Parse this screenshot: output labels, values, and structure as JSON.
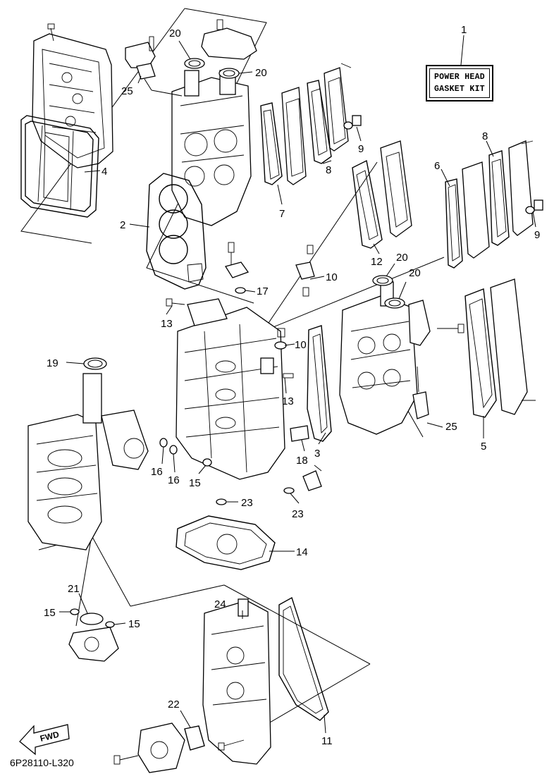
{
  "kit_box": {
    "line1": "POWER HEAD",
    "line2": "GASKET KIT"
  },
  "part_code": "6P28110-L320",
  "fwd_label": "FWD",
  "callouts": [
    {
      "id": "c1",
      "label": "1"
    },
    {
      "id": "c2",
      "label": "2"
    },
    {
      "id": "c3",
      "label": "3"
    },
    {
      "id": "c4",
      "label": "4"
    },
    {
      "id": "c5",
      "label": "5"
    },
    {
      "id": "c6",
      "label": "6"
    },
    {
      "id": "c7",
      "label": "7"
    },
    {
      "id": "c8a",
      "label": "8"
    },
    {
      "id": "c8b",
      "label": "8"
    },
    {
      "id": "c9a",
      "label": "9"
    },
    {
      "id": "c9b",
      "label": "9"
    },
    {
      "id": "c10a",
      "label": "10"
    },
    {
      "id": "c10b",
      "label": "10"
    },
    {
      "id": "c11",
      "label": "11"
    },
    {
      "id": "c12",
      "label": "12"
    },
    {
      "id": "c13a",
      "label": "13"
    },
    {
      "id": "c13b",
      "label": "13"
    },
    {
      "id": "c14",
      "label": "14"
    },
    {
      "id": "c15a",
      "label": "15"
    },
    {
      "id": "c15b",
      "label": "15"
    },
    {
      "id": "c15c",
      "label": "15"
    },
    {
      "id": "c16a",
      "label": "16"
    },
    {
      "id": "c16b",
      "label": "16"
    },
    {
      "id": "c17",
      "label": "17"
    },
    {
      "id": "c18",
      "label": "18"
    },
    {
      "id": "c19",
      "label": "19"
    },
    {
      "id": "c20a",
      "label": "20"
    },
    {
      "id": "c20b",
      "label": "20"
    },
    {
      "id": "c20c",
      "label": "20"
    },
    {
      "id": "c20d",
      "label": "20"
    },
    {
      "id": "c21",
      "label": "21"
    },
    {
      "id": "c22",
      "label": "22"
    },
    {
      "id": "c23a",
      "label": "23"
    },
    {
      "id": "c23b",
      "label": "23"
    },
    {
      "id": "c24",
      "label": "24"
    },
    {
      "id": "c25a",
      "label": "25"
    },
    {
      "id": "c25b",
      "label": "25"
    }
  ]
}
